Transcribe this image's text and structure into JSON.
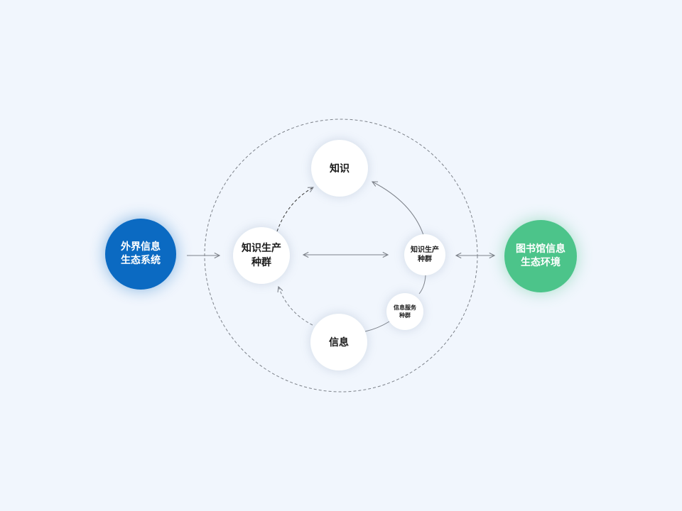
{
  "diagram": {
    "nodes": {
      "knowledge": "知识",
      "information": "信息",
      "knowledge_producers_left": "知识生产种群",
      "knowledge_producers_right": "知识生产种群",
      "information_service": "信息服务种群",
      "external_ecosystem": "外界信息生态系统",
      "library_environment": "图书馆信息生态环境"
    },
    "colors": {
      "background": "#f1f6fd",
      "external_fill": "#0b6ac2",
      "library_fill": "#4cc48a",
      "node_fill": "#ffffff",
      "line": "#8a8f96"
    }
  }
}
